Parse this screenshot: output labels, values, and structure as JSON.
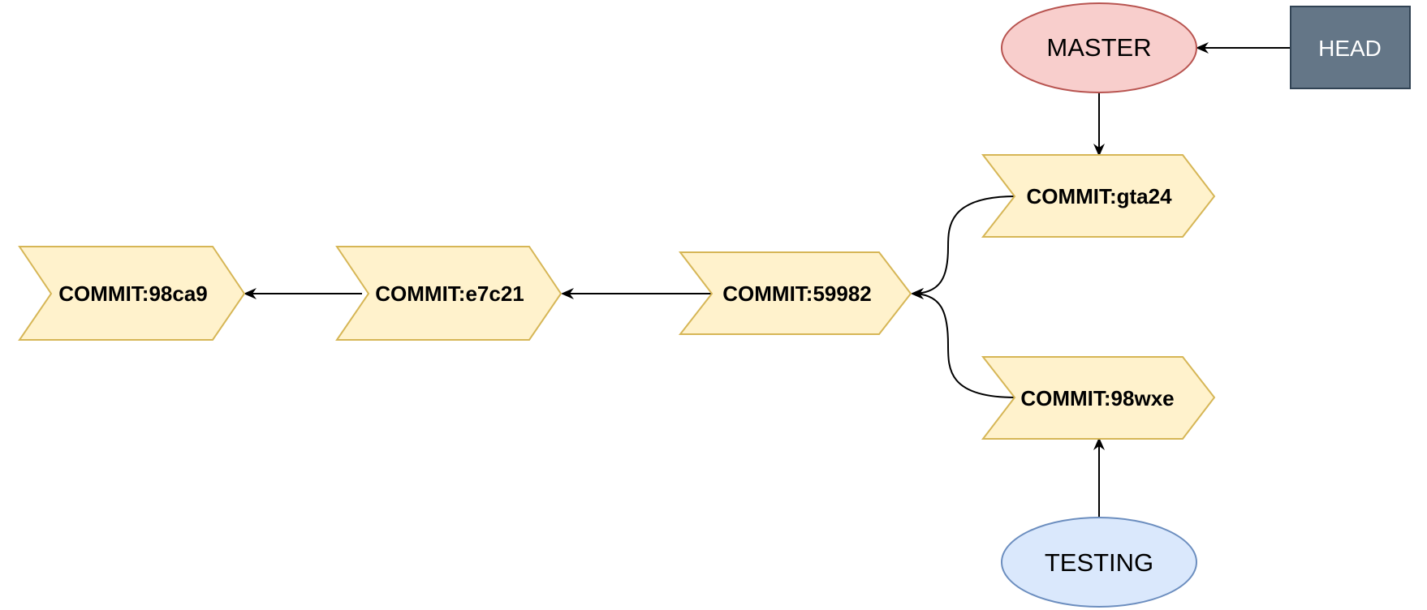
{
  "colors": {
    "commit_fill": "#fff2cc",
    "commit_stroke": "#d6b656",
    "master_fill": "#f8cecc",
    "master_stroke": "#b85450",
    "testing_fill": "#dae8fc",
    "testing_stroke": "#6c8ebf",
    "head_fill": "#647687",
    "head_stroke": "#314354",
    "head_text": "#ffffff",
    "edge": "#000000"
  },
  "commits": [
    {
      "id": "c98ca9",
      "label": "COMMIT:98ca9"
    },
    {
      "id": "ce7c21",
      "label": "COMMIT:e7c21"
    },
    {
      "id": "c59982",
      "label": "COMMIT:59982"
    },
    {
      "id": "cgta24",
      "label": "COMMIT:gta24"
    },
    {
      "id": "c98wxe",
      "label": "COMMIT:98wxe"
    }
  ],
  "refs": {
    "master": {
      "label": "MASTER"
    },
    "testing": {
      "label": "TESTING"
    },
    "head": {
      "label": "HEAD"
    }
  },
  "edges": [
    {
      "from": "ce7c21",
      "to": "c98ca9"
    },
    {
      "from": "c59982",
      "to": "ce7c21"
    },
    {
      "from": "cgta24",
      "to": "c59982"
    },
    {
      "from": "c98wxe",
      "to": "c59982"
    },
    {
      "from": "master",
      "to": "cgta24"
    },
    {
      "from": "testing",
      "to": "c98wxe"
    },
    {
      "from": "head",
      "to": "master"
    }
  ]
}
